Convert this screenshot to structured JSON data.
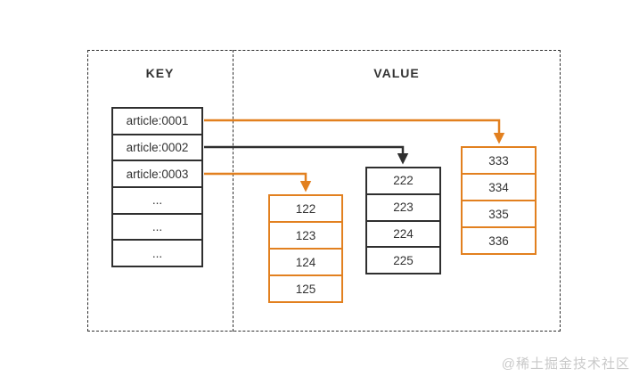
{
  "colors": {
    "orange": "#E2801F",
    "dark": "#2F2F2F",
    "text": "#333333",
    "watermark": "#C9C9C9"
  },
  "diagram": {
    "key_section": {
      "label": "KEY",
      "rows": [
        "article:0001",
        "article:0002",
        "article:0003",
        "...",
        "...",
        "..."
      ]
    },
    "value_section": {
      "label": "VALUE",
      "lists": [
        {
          "name": "list-122",
          "border": "orange",
          "rows": [
            "122",
            "123",
            "124",
            "125"
          ]
        },
        {
          "name": "list-222",
          "border": "dark",
          "rows": [
            "222",
            "223",
            "224",
            "225"
          ]
        },
        {
          "name": "list-333",
          "border": "orange",
          "rows": [
            "333",
            "334",
            "335",
            "336"
          ]
        }
      ]
    },
    "arrows": [
      {
        "from": "article:0001",
        "to": "list-333",
        "color": "orange"
      },
      {
        "from": "article:0002",
        "to": "list-222",
        "color": "dark"
      },
      {
        "from": "article:0003",
        "to": "list-122",
        "color": "orange"
      }
    ]
  },
  "watermark": {
    "text": "@稀土掘金技术社区"
  }
}
